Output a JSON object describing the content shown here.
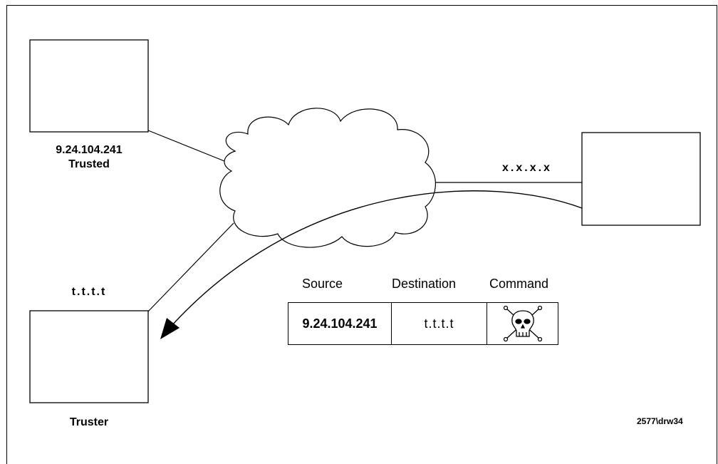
{
  "nodes": {
    "trusted": {
      "ip": "9.24.104.241",
      "role": "Trusted"
    },
    "truster": {
      "ip": "t.t.t.t",
      "role": "Truster"
    },
    "attacker": {
      "ip": "x.x.x.x"
    }
  },
  "packet": {
    "headers": [
      "Source",
      "Destination",
      "Command"
    ],
    "row": {
      "source": "9.24.104.241",
      "destination": "t.t.t.t",
      "command_icon": "skull-and-crossbones-icon"
    }
  },
  "figure_ref": "2577\\drw34"
}
